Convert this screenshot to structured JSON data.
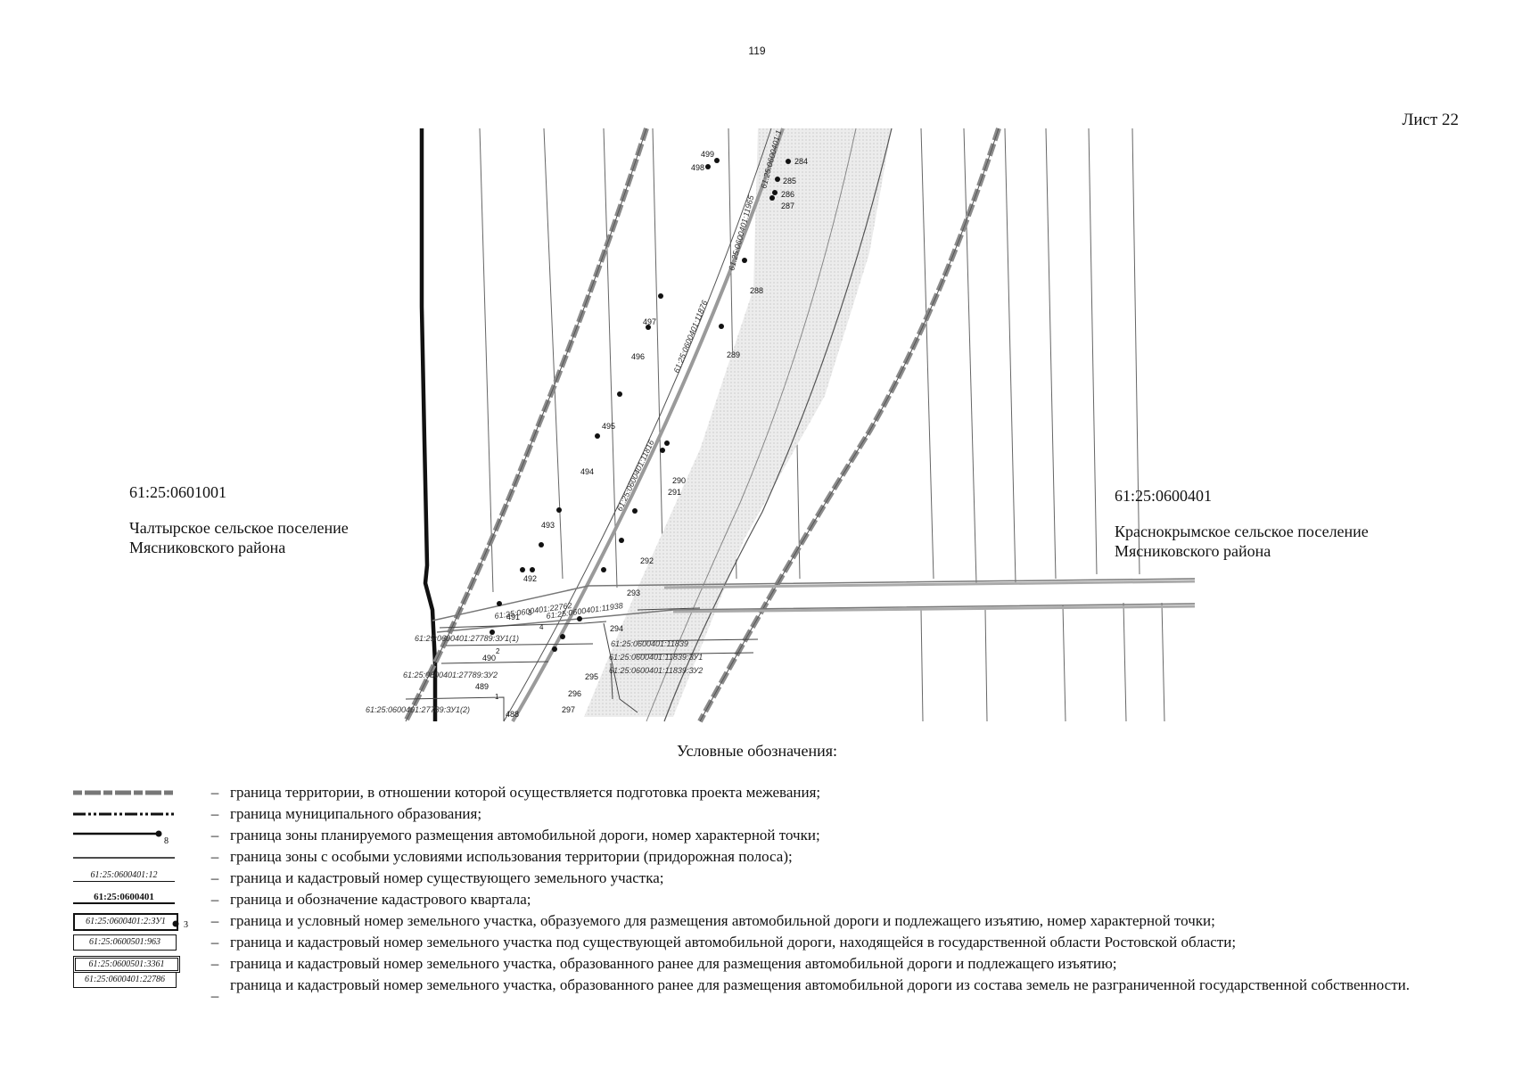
{
  "page_number": "119",
  "sheet_label": "Лист 22",
  "left_area": {
    "code": "61:25:0601001",
    "name_line1": "Чалтырское сельское поселение",
    "name_line2": "Мясниковского района"
  },
  "right_area": {
    "code": "61:25:0600401",
    "name_line1": "Краснокрымское сельское поселение",
    "name_line2": "Мясниковского района"
  },
  "map": {
    "point_numbers": {
      "p499": "499",
      "p498": "498",
      "p284": "284",
      "p285": "285",
      "p286": "286",
      "p287": "287",
      "p288": "288",
      "p497": "497",
      "p496": "496",
      "p289": "289",
      "p495": "495",
      "p494": "494",
      "p290": "290",
      "p291": "291",
      "p493": "493",
      "p292": "292",
      "p492": "492",
      "p293": "293",
      "p491": "491",
      "p294": "294",
      "p490": "490",
      "p295": "295",
      "p489": "489",
      "p296": "296",
      "p297": "297",
      "p488": "488",
      "n1": "1",
      "n2": "2",
      "n3": "3",
      "n4": "4"
    },
    "parcel_labels": {
      "l1": "61:25:0600401:11965",
      "l2": "61:25:0600401:1",
      "l3": "61:25:0600401:11876",
      "l4": "61:25:0600401:11816",
      "l5": "61:25:0600401:11839",
      "l6": "61:25:0600401:11839:ЗУ1",
      "l7": "61:25:0600401:11839:ЗУ2",
      "l8": "61:25:0600401:27789:ЗУ1(1)",
      "l9": "61:25:0600401:27789:ЗУ2",
      "l10": "61:25:0600401:27789:ЗУ1(2)",
      "l11": "61:25:0600401:22762",
      "l12": "61:25:0600401:11938"
    }
  },
  "legend": {
    "title": "Условные обозначения:",
    "dash": "–",
    "point_sample": "8",
    "items": [
      {
        "text": "граница территории, в отношении которой осуществляется подготовка проекта межевания;"
      },
      {
        "text": "граница муниципального образования;"
      },
      {
        "text": "граница зоны планируемого размещения автомобильной дороги, номер характерной точки;"
      },
      {
        "text": "граница зоны с особыми условиями использования территории (придорожная полоса);"
      },
      {
        "sample": "61:25:0600401:12",
        "text": "граница и кадастровый номер существующего земельного участка;"
      },
      {
        "sample": "61:25:0600401",
        "text": "граница и обозначение кадастрового квартала;"
      },
      {
        "sample": "61:25:0600401:2:ЗУ1",
        "sample_point": "3",
        "text": "граница и условный номер земельного участка, образуемого для размещения автомобильной дороги и подлежащего изъятию, номер характерной точки;"
      },
      {
        "sample": "61:25:0600501:963",
        "text": "граница и кадастровый номер земельного участка под существующей автомобильной дороги, находящейся в государственной области Ростовской области;"
      },
      {
        "sample": "61:25:0600501:3361",
        "text": "граница и кадастровый номер земельного участка, образованного ранее для размещения автомобильной дороги и подлежащего изъятию;"
      },
      {
        "sample": "61:25:0600401:22786",
        "text": "граница и кадастровый номер земельного участка, образованного ранее для размещения автомобильной дороги из состава земель не разграниченной государственной собственности."
      }
    ]
  },
  "colors": {
    "road_fill": "#e6e6e6",
    "boundary": "#7a7a7a",
    "line": "#555555",
    "ink": "#111111"
  }
}
